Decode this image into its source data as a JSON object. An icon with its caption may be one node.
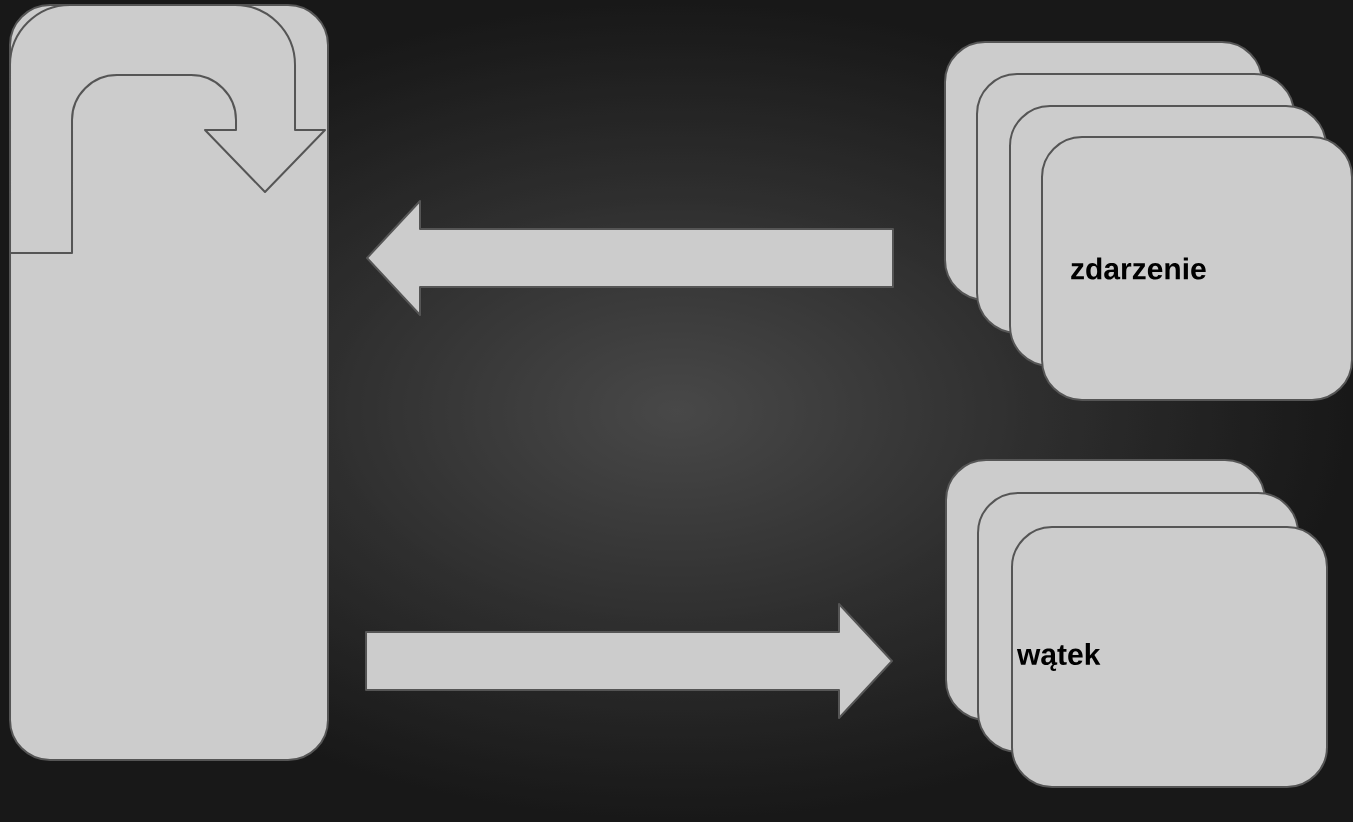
{
  "diagram": {
    "nodes": [
      {
        "text": [],
        "shape": "box"
      },
      {
        "text": [],
        "shape": "box"
      },
      {
        "text": [],
        "shape": "box"
      },
      {
        "text": [],
        "shape": "box"
      },
      {
        "text": [
          "zdarzenie"
        ]
      },
      {
        "text": [],
        "shape": "box"
      },
      {
        "text": [],
        "shape": "box"
      },
      {
        "text": [
          "wątek"
        ]
      }
    ],
    "edges": [
      {
        "from": 0,
        "to": 0,
        "arrow": "to"
      },
      {
        "from": 4,
        "to": 0,
        "arrow": "to"
      },
      {
        "from": 0,
        "to": 7,
        "arrow": "to"
      }
    ]
  }
}
